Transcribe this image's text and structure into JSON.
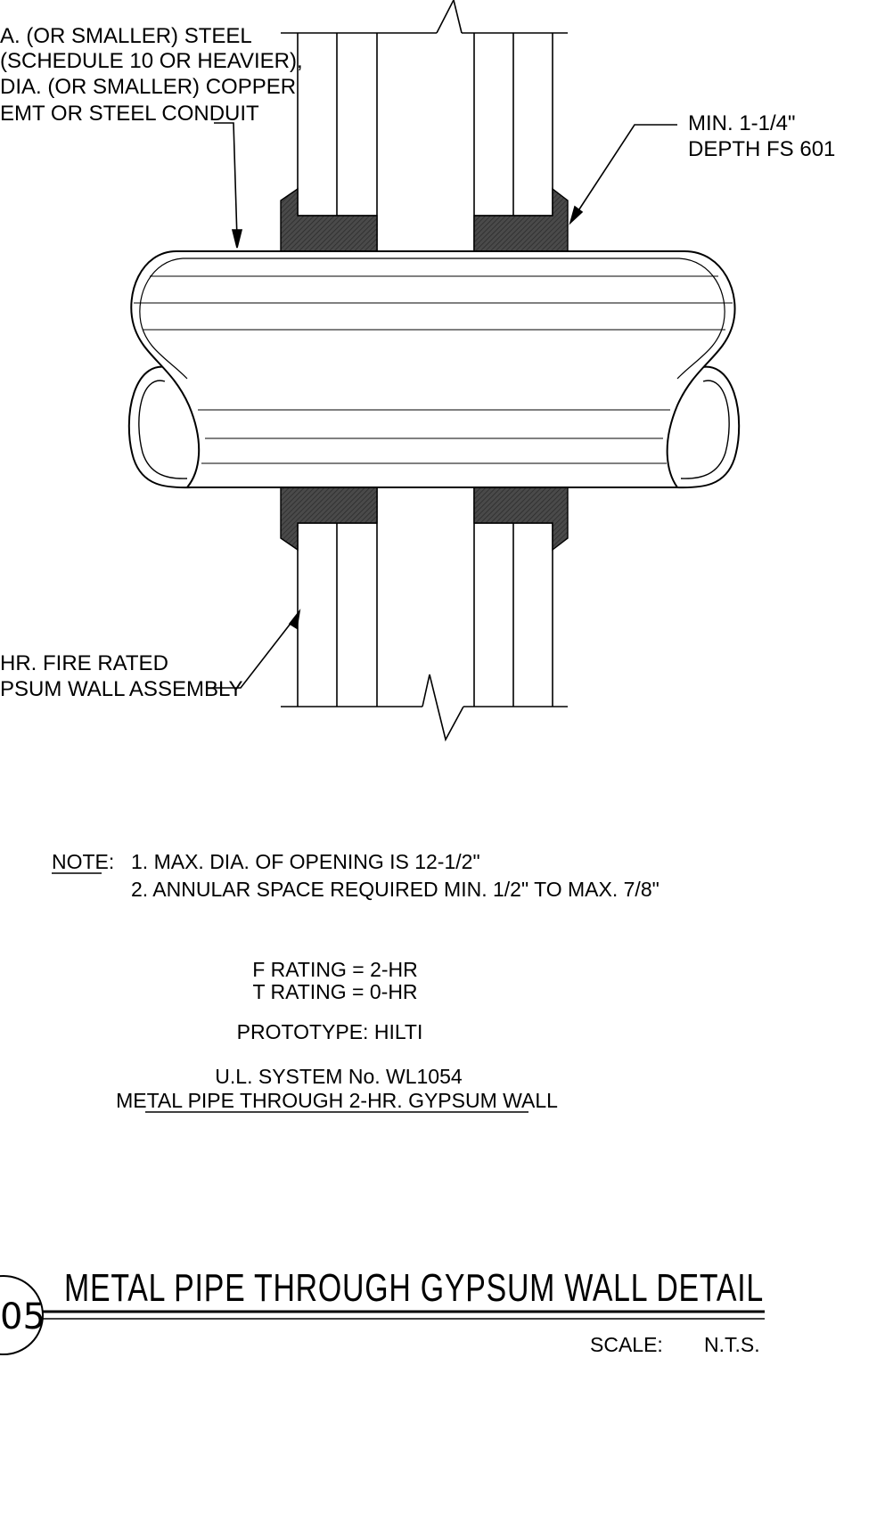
{
  "callouts": {
    "penetrant": [
      "A. (OR SMALLER) STEEL",
      "(SCHEDULE 10 OR HEAVIER),",
      "DIA. (OR SMALLER) COPPER",
      "EMT OR STEEL CONDUIT"
    ],
    "sealant": [
      "MIN. 1-1/4\"",
      "DEPTH FS 601"
    ],
    "wall": [
      "HR. FIRE RATED",
      "PSUM WALL ASSEMBLY"
    ]
  },
  "notes": {
    "heading": "NOTE:",
    "items": [
      "1. MAX. DIA. OF OPENING IS 12-1/2\"",
      "2. ANNULAR SPACE REQUIRED MIN. 1/2\" TO MAX. 7/8\""
    ]
  },
  "ratings": {
    "f_rating": "F RATING = 2-HR",
    "t_rating": "T RATING = 0-HR",
    "prototype": "PROTOTYPE: HILTI"
  },
  "system": {
    "number": "U.L. SYSTEM No. WL1054",
    "description": "METAL PIPE THROUGH 2-HR. GYPSUM WALL"
  },
  "title_block": {
    "detail_number": "05",
    "title": "METAL PIPE THROUGH GYPSUM WALL DETAIL",
    "scale_label": "SCALE:",
    "scale_value": "N.T.S."
  },
  "colors": {
    "line": "#000000",
    "sealant_fill": "#4a4a4a",
    "background": "#ffffff"
  }
}
